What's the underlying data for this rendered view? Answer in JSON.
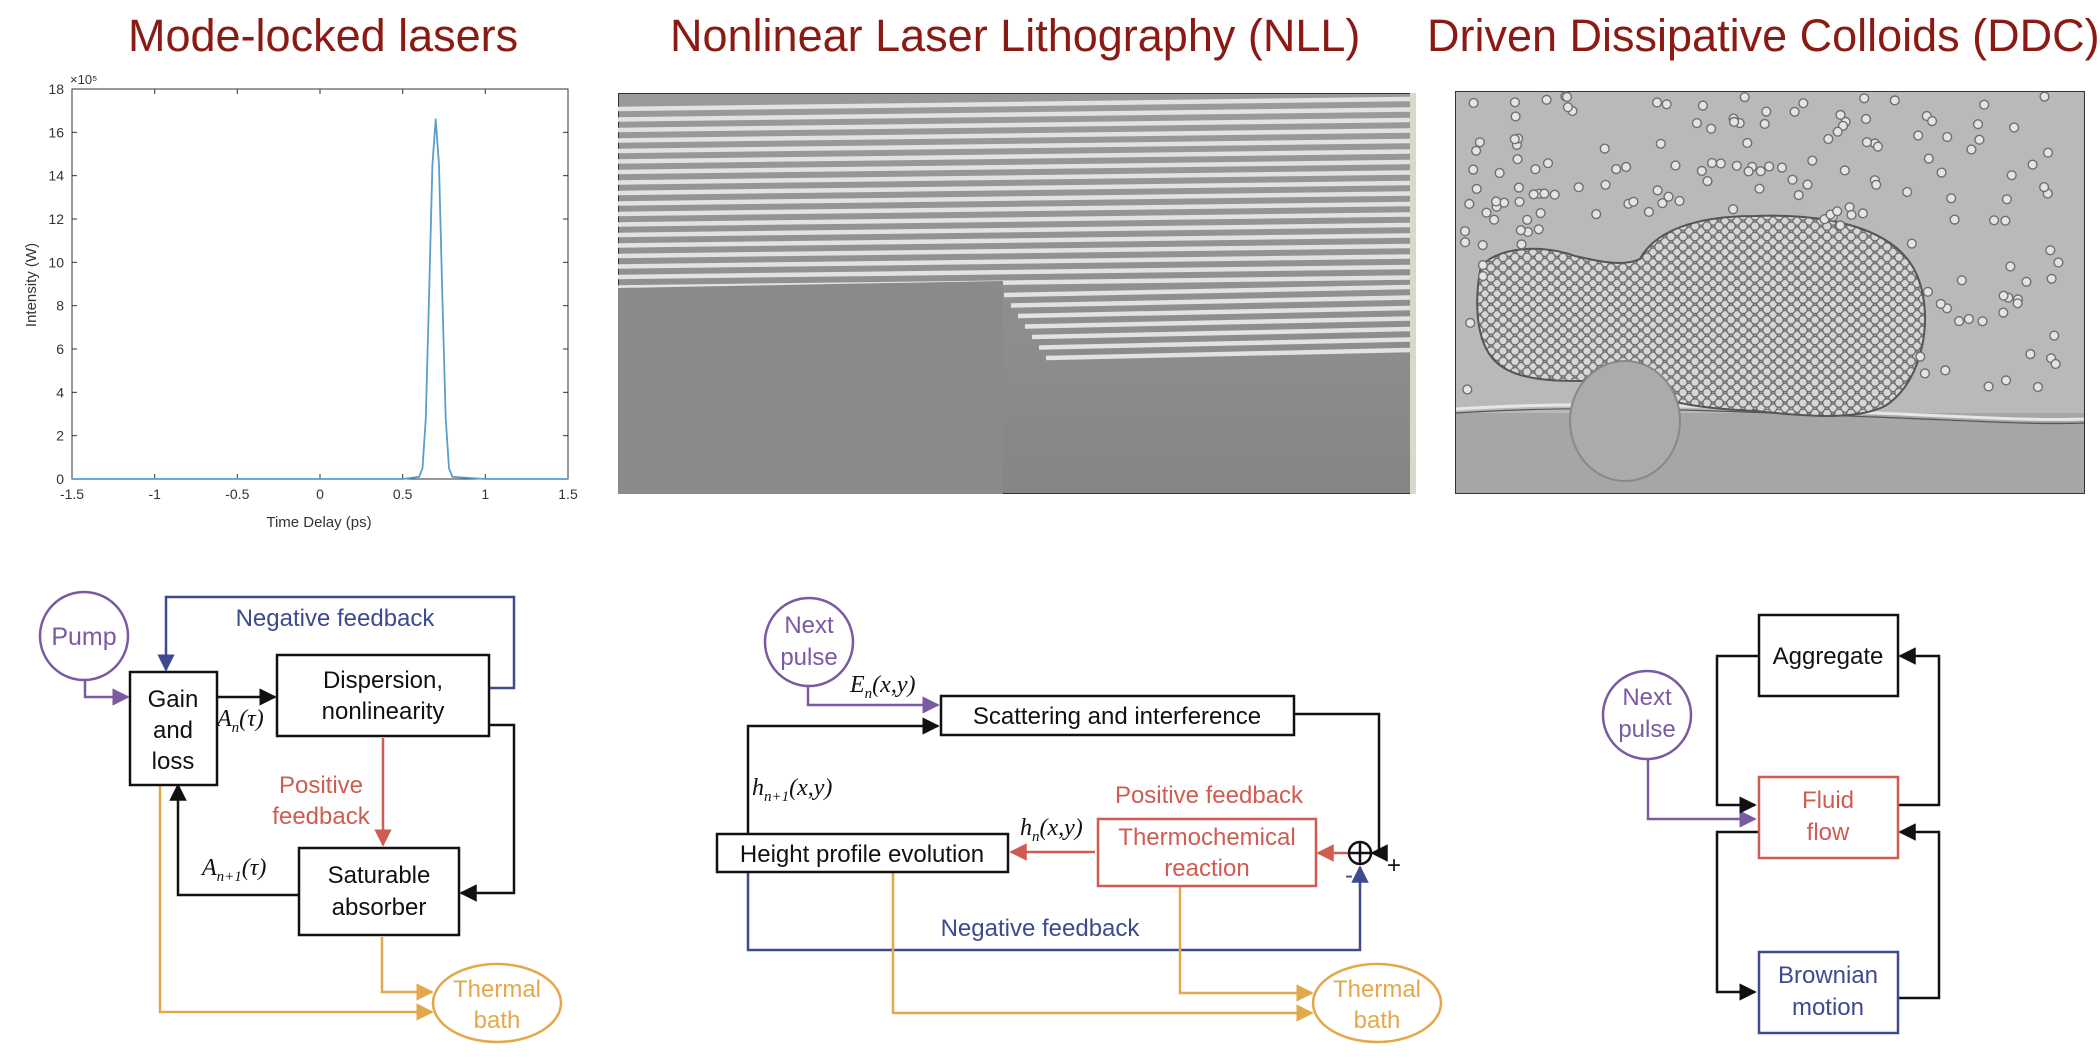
{
  "titles": {
    "left": "Mode-locked lasers",
    "center": "Nonlinear Laser Lithography (NLL)",
    "right": "Driven Dissipative Colloids (DDC)"
  },
  "chart_data": {
    "type": "line",
    "xlabel": "Time Delay (ps)",
    "ylabel": "Intensity (W)",
    "y_exponent": "×10⁵",
    "xlim": [
      -1.5,
      1.5
    ],
    "ylim": [
      0,
      18
    ],
    "xticks": [
      "-1.5",
      "-1",
      "-0.5",
      "0",
      "0.5",
      "1",
      "1.5"
    ],
    "yticks": [
      "0",
      "2",
      "4",
      "6",
      "8",
      "10",
      "12",
      "14",
      "16",
      "18"
    ],
    "series": [
      {
        "x": [
          -1.5,
          -1.0,
          -0.5,
          0.0,
          0.5,
          0.6,
          0.62,
          0.64,
          0.66,
          0.68,
          0.7,
          0.72,
          0.74,
          0.76,
          0.78,
          0.8,
          1.0,
          1.5
        ],
        "y": [
          0,
          0,
          0,
          0,
          0,
          0.1,
          0.5,
          2.8,
          8.5,
          14.5,
          16.6,
          14.5,
          8.5,
          2.8,
          0.5,
          0.1,
          0,
          0
        ],
        "color": "#5a9fc9"
      }
    ]
  },
  "colors": {
    "title": "#8b1a14",
    "negative": "#3d4a8f",
    "positive": "#cf5c50",
    "thermal": "#e3a84a",
    "pulse": "#7a5aa0"
  },
  "diagram_left": {
    "pump": "Pump",
    "gain": [
      "Gain",
      "and",
      "loss"
    ],
    "dispersion": [
      "Dispersion,",
      "nonlinearity"
    ],
    "saturable": [
      "Saturable",
      "absorber"
    ],
    "thermal": [
      "Thermal",
      "bath"
    ],
    "negative_feedback": "Negative feedback",
    "positive_feedback": [
      "Positive",
      "feedback"
    ],
    "an_base": "A",
    "an_sub": "n",
    "an_arg": "(τ)",
    "an1_sub": "n+1"
  },
  "diagram_center": {
    "next_pulse": [
      "Next",
      "pulse"
    ],
    "scattering": "Scattering and interference",
    "height": "Height profile evolution",
    "thermochemical": [
      "Thermochemical",
      "reaction"
    ],
    "thermal": [
      "Thermal",
      "bath"
    ],
    "positive_feedback": "Positive feedback",
    "negative_feedback": "Negative feedback",
    "plus": "+",
    "minus": "-",
    "e_base": "E",
    "h_base": "h",
    "sub_n": "n",
    "sub_n1": "n+1",
    "xy": "(x,y)"
  },
  "diagram_right": {
    "next_pulse": [
      "Next",
      "pulse"
    ],
    "aggregate": "Aggregate",
    "fluid": [
      "Fluid",
      "flow"
    ],
    "brownian": [
      "Brownian",
      "motion"
    ]
  }
}
